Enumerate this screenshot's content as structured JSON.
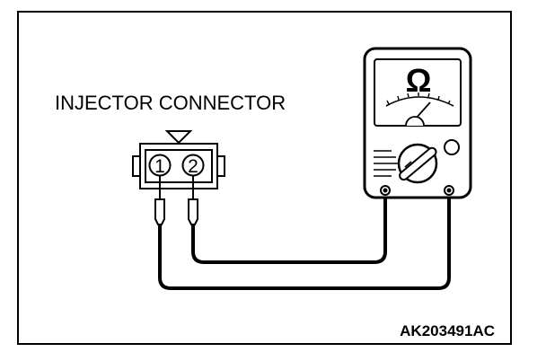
{
  "labels": {
    "connector": "INJECTOR CONNECTOR",
    "pin_1": "1",
    "pin_2": "2",
    "meter_unit": "Ω",
    "figure_code": "AK203491AC"
  },
  "colors": {
    "line": "#000000",
    "background": "#ffffff"
  },
  "icons": {
    "meter": "ohmmeter-icon",
    "range_dial": "rotary-dial-icon",
    "orientation_mark": "triangle-down-icon"
  }
}
